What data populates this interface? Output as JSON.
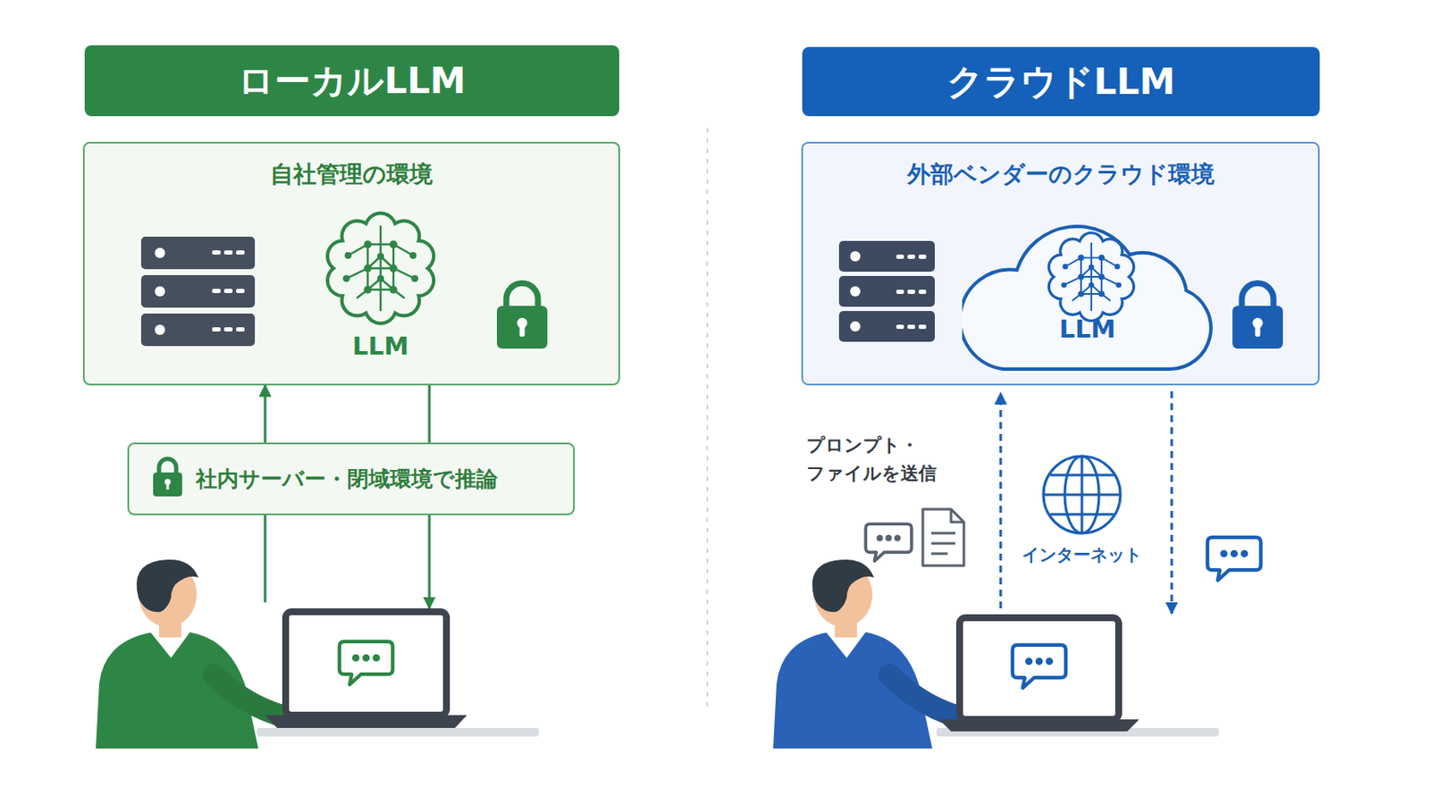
{
  "diagram": {
    "nodes": [
      {
        "text": [
          "ローカルLLM"
        ]
      },
      {
        "text": [
          "自社管理の環境"
        ]
      },
      {
        "text": [
          "社内サーバー・閉域環境で推論"
        ]
      },
      {
        "text": [
          "クラウドLLM"
        ]
      },
      {
        "text": [
          "外部ベンダーのクラウド環境"
        ]
      },
      {
        "text": [
          "LLM"
        ],
        "in": 4
      }
    ],
    "edges": [
      {
        "from": 2,
        "to": 1,
        "arrow": "to"
      },
      {
        "from": 1,
        "to": 2,
        "arrow": "none"
      }
    ],
    "labels": [
      "LLM",
      "プロンプト・ ファイルを送信",
      "インターネット"
    ]
  }
}
